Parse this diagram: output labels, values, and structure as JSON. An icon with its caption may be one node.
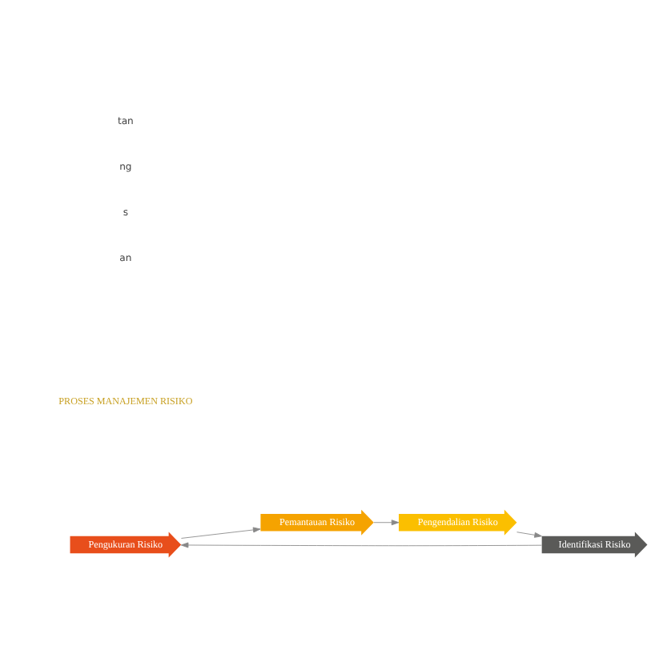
{
  "diagram": {
    "nodes": [
      {
        "text": [
          "Pengukuran Risiko"
        ]
      },
      {
        "text": [
          "Identifikasi Risiko"
        ]
      },
      {
        "text": [
          "PROSES MANAJEMEN RISIKO"
        ]
      },
      {
        "text": [
          "Pemantauan Risiko"
        ]
      },
      {
        "text": [
          "Pengendalian Risiko"
        ]
      }
    ],
    "edges": [
      {
        "from": 1,
        "to": 0,
        "arrow": "to"
      },
      {
        "from": 0,
        "to": 3,
        "arrow": "to"
      },
      {
        "from": 3,
        "to": 4,
        "arrow": "to"
      },
      {
        "from": 4,
        "to": 1,
        "arrow": "to"
      }
    ],
    "labels": [
      "an",
      "s",
      "ng",
      "tan"
    ]
  }
}
